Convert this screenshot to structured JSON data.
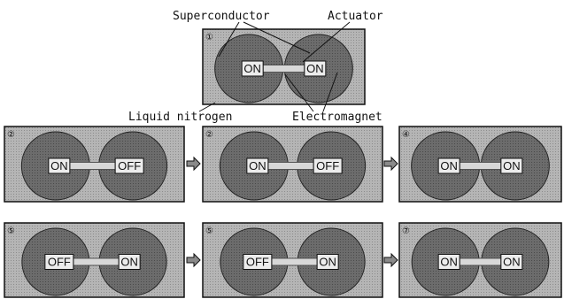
{
  "labels": {
    "superconductor": "Superconductor",
    "actuator": "Actuator",
    "liquid_nitrogen": "Liquid nitrogen",
    "electromagnet": "Electromagnet"
  },
  "colors": {
    "panel_fill": "#b9b9b9",
    "circle_fill": "#6e6e6e",
    "switch_fill": "#e8e8e8",
    "bar_fill": "#d6d6d6",
    "arrow_fill": "#8a8a8a"
  },
  "panels": [
    {
      "number": "①",
      "left": "ON",
      "right": "ON"
    },
    {
      "number": "②",
      "left": "ON",
      "right": "OFF"
    },
    {
      "number": "②",
      "left": "ON",
      "right": "OFF"
    },
    {
      "number": "④",
      "left": "ON",
      "right": "ON"
    },
    {
      "number": "⑤",
      "left": "OFF",
      "right": "ON"
    },
    {
      "number": "⑤",
      "left": "OFF",
      "right": "ON"
    },
    {
      "number": "⑦",
      "left": "ON",
      "right": "ON"
    }
  ]
}
